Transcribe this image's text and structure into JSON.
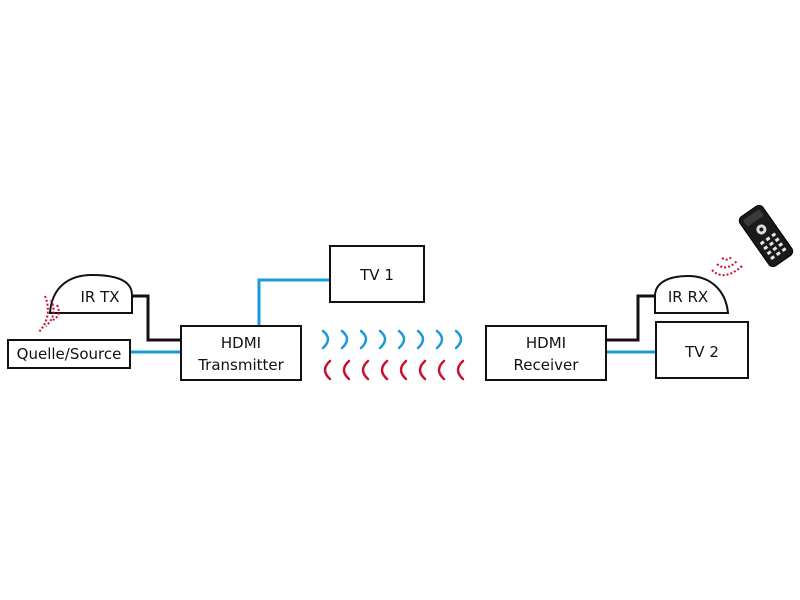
{
  "diagram": {
    "nodes": {
      "source": "Quelle/Source",
      "ir_tx": "IR TX",
      "transmitter_line1": "HDMI",
      "transmitter_line2": "Transmitter",
      "tv1": "TV 1",
      "receiver_line1": "HDMI",
      "receiver_line2": "Receiver",
      "ir_rx": "IR RX",
      "tv2": "TV 2"
    },
    "icons": {
      "remote": "remote-control-icon",
      "ir_signal": "ir-signal-waves-icon",
      "wireless": "wireless-signal-waves-icon"
    },
    "colors": {
      "hdmi_link": "#1a9ad8",
      "ir_link": "#111111",
      "wireless_upper": "#1a9ad8",
      "wireless_lower": "#c8102e",
      "ir_waves": "#c8102e",
      "box_stroke": "#111111"
    }
  }
}
